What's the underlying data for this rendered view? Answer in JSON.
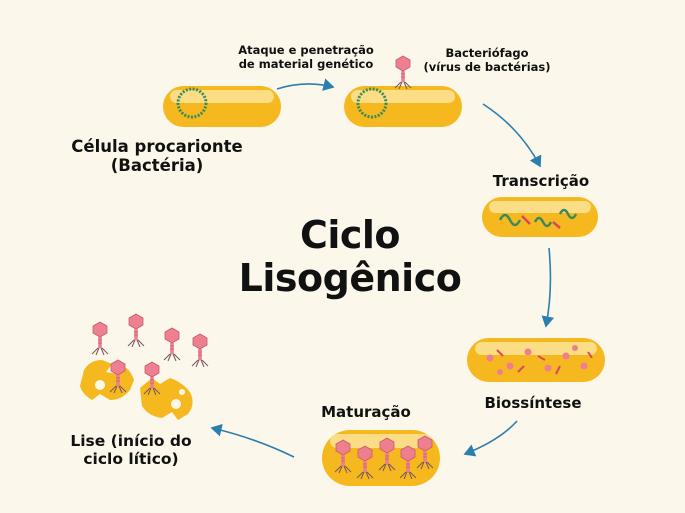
{
  "title": {
    "line1": "Ciclo",
    "line2": "Lisogênico"
  },
  "stages": {
    "cell": {
      "line1": "Célula procarionte",
      "line2": "(Bactéria)"
    },
    "attack": {
      "line1": "Ataque e penetração",
      "line2": "de material genético"
    },
    "phage": {
      "line1": "Bacteriófago",
      "line2": "(vírus de bactérias)"
    },
    "transcription": {
      "label": "Transcrição"
    },
    "biosynthesis": {
      "label": "Biossíntese"
    },
    "maturation": {
      "label": "Maturação"
    },
    "lysis": {
      "line1": "Lise (início do",
      "line2": "ciclo lítico)"
    }
  },
  "colors": {
    "background": "#fbf7ea",
    "cell_fill": "#f6b81f",
    "cell_highlight": "#fde6a0",
    "dna": "#3b8a5a",
    "phage": "#ee7f8f",
    "arrow": "#2a7fb0"
  }
}
